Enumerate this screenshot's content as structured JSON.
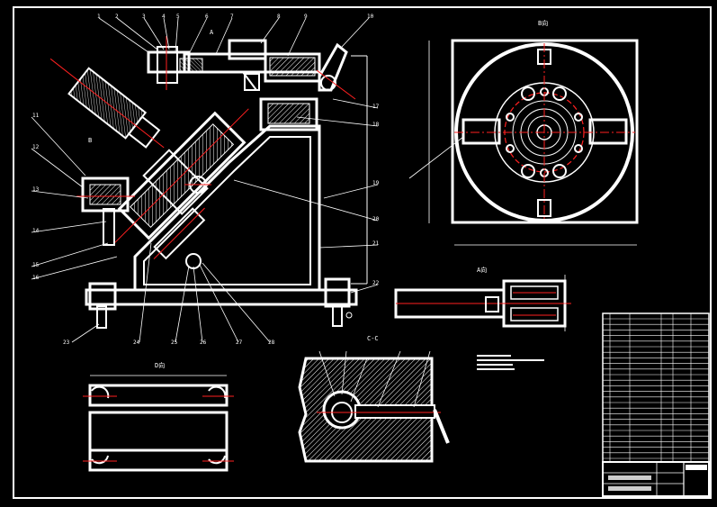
{
  "drawing": {
    "colors": {
      "background": "#000000",
      "line": "#ffffff",
      "centerline": "#ff2020"
    },
    "views": {
      "a_label": "A",
      "b_label": "B",
      "b_view_title": "B向",
      "a_view_title": "A向",
      "d_view_title": "D向",
      "cc_title": "C-C"
    },
    "callouts_top": [
      "1",
      "2",
      "3",
      "4",
      "5",
      "6",
      "7",
      "8",
      "9",
      "10"
    ],
    "callouts_left": [
      "11",
      "12",
      "13",
      "14",
      "15",
      "16"
    ],
    "callouts_right": [
      "17",
      "18",
      "19",
      "20",
      "21",
      "22"
    ],
    "callouts_bottom": [
      "23",
      "24",
      "25",
      "26",
      "27",
      "28"
    ]
  }
}
